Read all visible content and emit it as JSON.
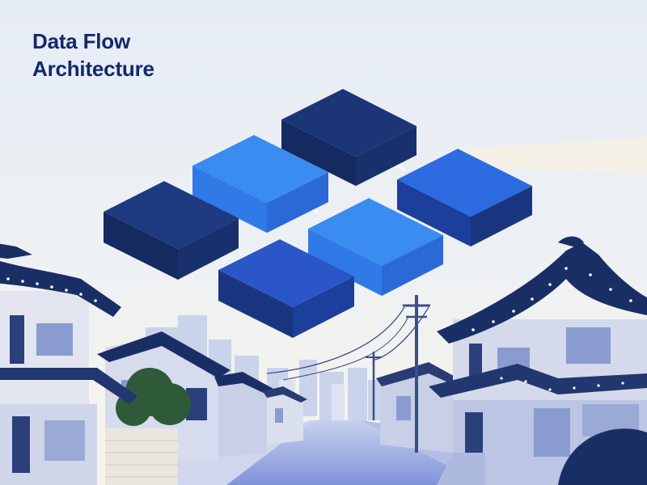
{
  "title": {
    "line1": "Data Flow",
    "line2": "Architecture"
  },
  "colors": {
    "sky_top": "#e6ecf6",
    "sky_bottom": "#f8f4ea",
    "block_dark": "#1c3577",
    "block_dark_side": "#142a60",
    "block_bright": "#3a8cf0",
    "block_bright_side": "#2a6ad8",
    "block_mid": "#2f6be0",
    "connector": "#ffffff",
    "roof": "#1a2e66",
    "wall": "#d8dcec",
    "street": "#7f93d8",
    "tree": "#2f5a3a",
    "pole": "#3a4e8a"
  },
  "icons": {
    "blocks": "isometric-block-icons",
    "buildings": "hanok-rooftops"
  }
}
